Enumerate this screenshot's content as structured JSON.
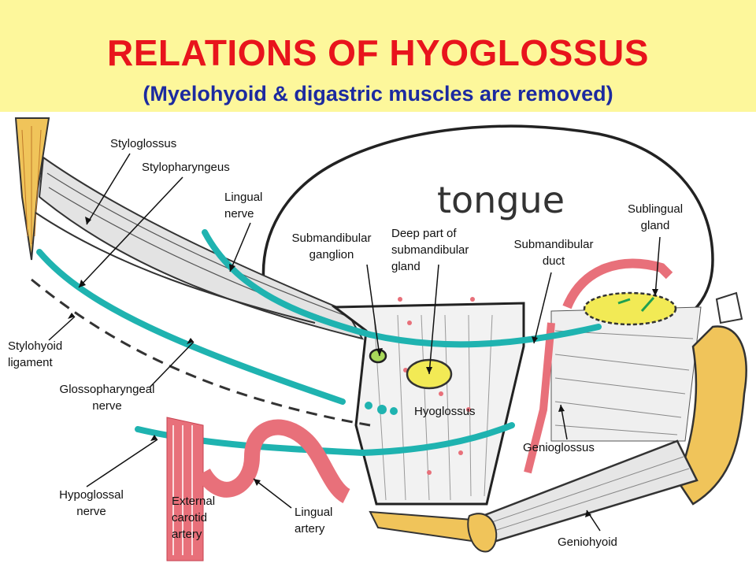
{
  "title": "RELATIONS OF HYOGLOSSUS",
  "subtitle": "(Myelohyoid & digastric muscles are removed)",
  "tongue_word": "tongue",
  "labels": {
    "styloglossus": "Styloglossus",
    "stylopharyngeus": "Stylopharyngeus",
    "lingual_nerve": [
      "Lingual",
      "nerve"
    ],
    "submandibular_ganglion": [
      "Submandibular",
      "ganglion"
    ],
    "deep_part_gland": [
      "Deep part of",
      "submandibular",
      "gland"
    ],
    "submandibular_duct": [
      "Submandibular",
      "duct"
    ],
    "sublingual_gland": [
      "Sublingual",
      "gland"
    ],
    "stylohyoid_ligament": [
      "Stylohyoid",
      "ligament"
    ],
    "glossopharyngeal_nerve": [
      "Glossopharyngeal",
      "nerve"
    ],
    "hyoglossus": "Hyoglossus",
    "genioglossus": "Genioglossus",
    "hypoglossal_nerve": [
      "Hypoglossal",
      "nerve"
    ],
    "external_carotid_artery": [
      "External",
      "carotid",
      "artery"
    ],
    "lingual_artery": [
      "Lingual",
      "artery"
    ],
    "geniohyoid": "Geniohyoid"
  },
  "colors": {
    "nerve": "#1fb3b0",
    "artery": "#e8707a",
    "gland": "#f2ea55",
    "bone": "#f0c45a",
    "title": "#e8141c",
    "subtitle": "#1c2aa0",
    "header_bg": "#fdf79b"
  }
}
